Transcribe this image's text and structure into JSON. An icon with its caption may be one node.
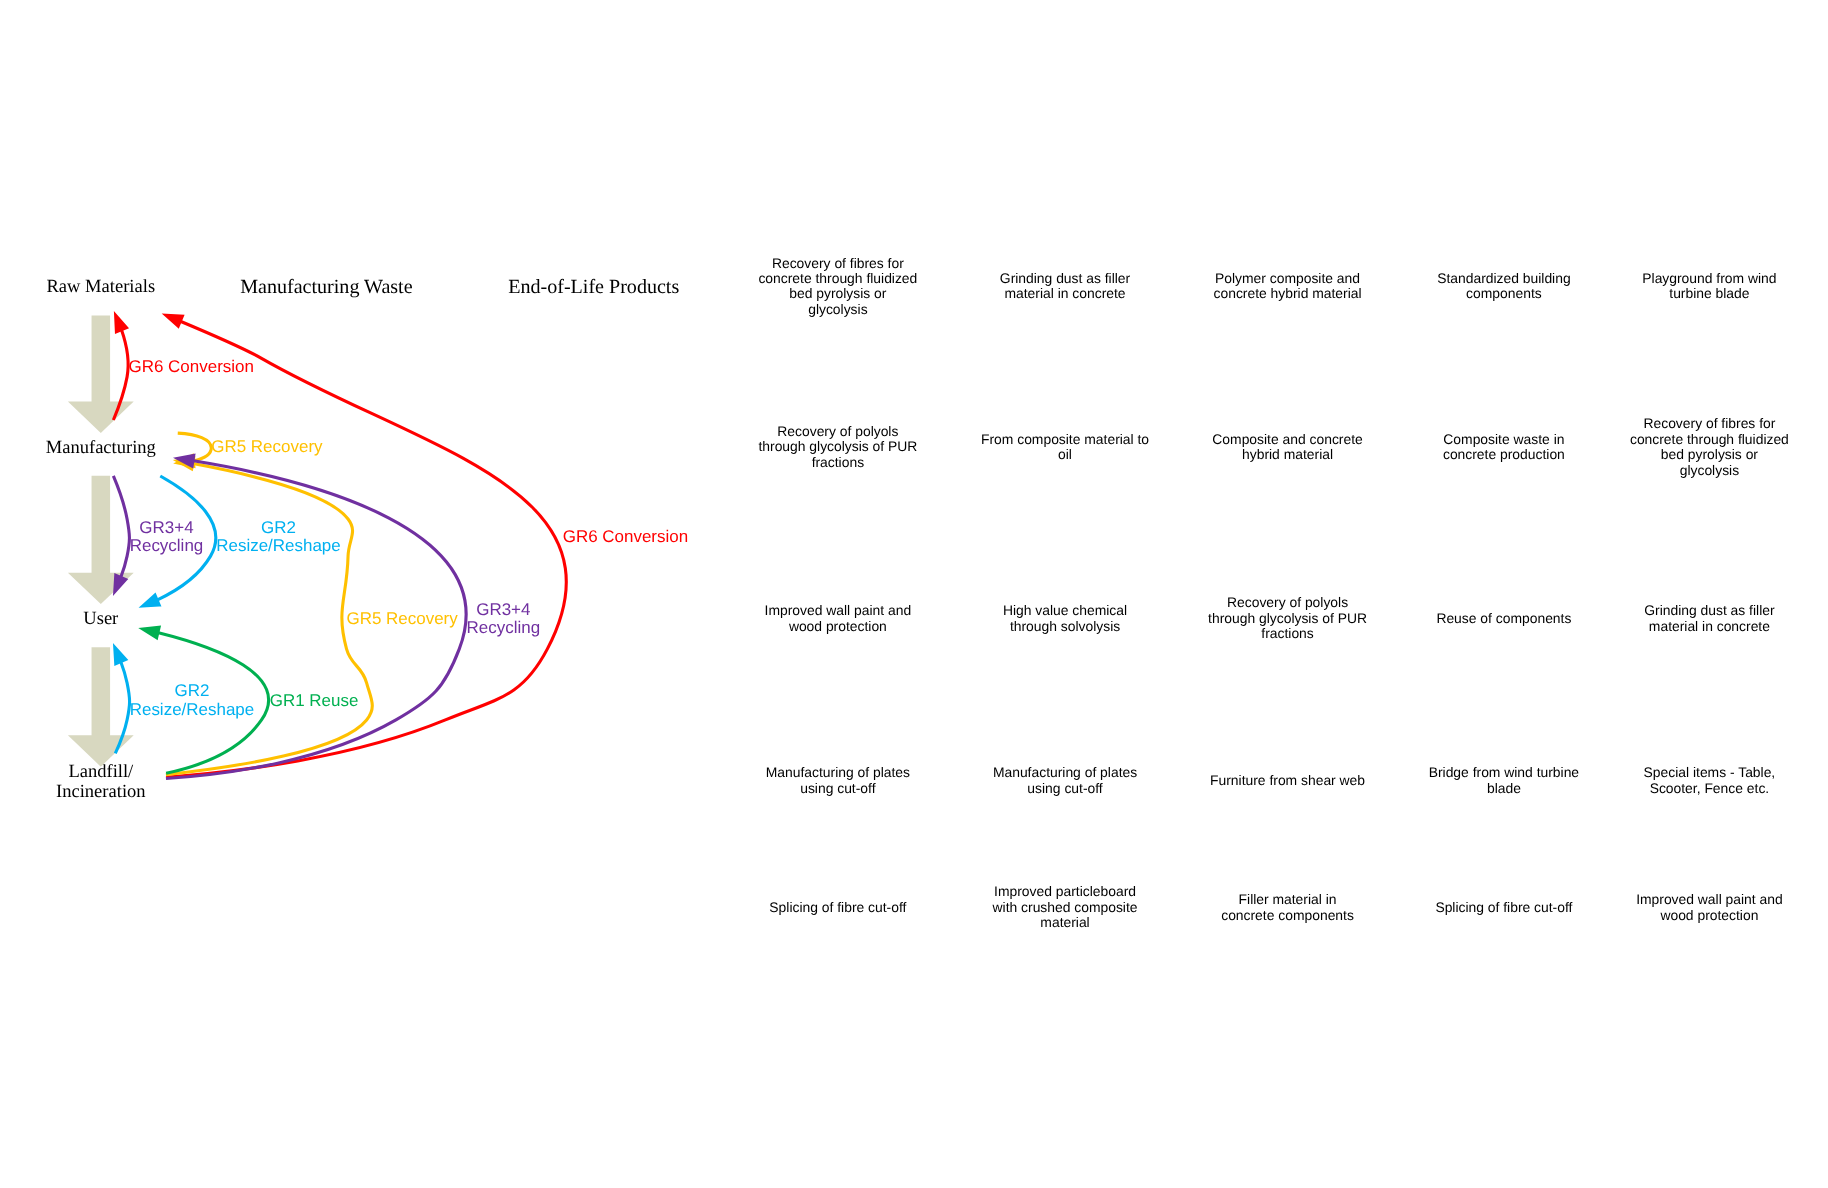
{
  "diagram": {
    "nodes": [
      {
        "text": [
          "Raw Materials"
        ]
      },
      {
        "text": [
          "Manufacturing"
        ]
      },
      {
        "text": [
          "User"
        ]
      },
      {
        "text": [
          "Landfill/ Incineration"
        ]
      }
    ],
    "edges": [
      {
        "from": 0,
        "to": 1,
        "arrow": "to",
        "style": "thick",
        "color": "#d8d8c0"
      },
      {
        "from": 1,
        "to": 2,
        "arrow": "to",
        "style": "thick",
        "color": "#d8d8c0"
      },
      {
        "from": 2,
        "to": 3,
        "arrow": "to",
        "style": "thick",
        "color": "#d8d8c0"
      },
      {
        "from": 1,
        "to": 0,
        "arrow": "to",
        "label": "GR6 Conversion",
        "color": "#ff0000"
      },
      {
        "from": 1,
        "to": 1,
        "arrow": "to",
        "label": "GR5 Recovery",
        "color": "#ffc000"
      },
      {
        "from": 1,
        "to": 2,
        "arrow": "to",
        "label": "GR3+4 Recycling",
        "color": "#7030a0"
      },
      {
        "from": 1,
        "to": 2,
        "arrow": "to",
        "label": "GR2 Resize/Reshape",
        "color": "#00b0f0"
      },
      {
        "from": 3,
        "to": 0,
        "arrow": "to",
        "label": "GR6 Conversion",
        "color": "#ff0000"
      },
      {
        "from": 3,
        "to": 1,
        "arrow": "to",
        "label": "GR5 Recovery",
        "color": "#ffc000"
      },
      {
        "from": 3,
        "to": 1,
        "arrow": "to",
        "label": "GR3+4 Recycling",
        "color": "#7030a0"
      },
      {
        "from": 3,
        "to": 2,
        "arrow": "to",
        "label": "GR2 Resize/Reshape",
        "color": "#00b0f0"
      },
      {
        "from": 3,
        "to": 2,
        "arrow": "to",
        "label": "GR1 Reuse",
        "color": "#00b050"
      }
    ],
    "labels": [
      "Manufacturing Waste",
      "End-of-Life Products",
      "Recovery of fibres for concrete through fluidized bed pyrolysis or glycolysis",
      "Recovery of polyols through glycolysis of PUR fractions",
      "Improved wall paint and wood protection",
      "Manufacturing of plates using cut-off",
      "Splicing of fibre cut-off",
      "Grinding dust as filler material in concrete",
      "From composite material to oil",
      "High value chemical through solvolysis",
      "Manufacturing of plates using cut-off",
      "Improved particleboard with crushed composite material",
      "Polymer composite and concrete hybrid material",
      "Composite and concrete hybrid material",
      "Recovery of polyols through glycolysis of PUR fractions",
      "Furniture from shear web",
      "Filler material in concrete components",
      "Standardized building components",
      "Composite waste in concrete production",
      "Reuse of components",
      "Bridge from wind turbine blade",
      "Splicing of fibre cut-off",
      "Playground from wind turbine blade",
      "Recovery of fibres for concrete through fluidized bed pyrolysis or glycolysis",
      "Grinding dust as filler material in concrete",
      "Special items - Table, Scooter, Fence etc.",
      "Improved wall paint and wood protection"
    ]
  }
}
